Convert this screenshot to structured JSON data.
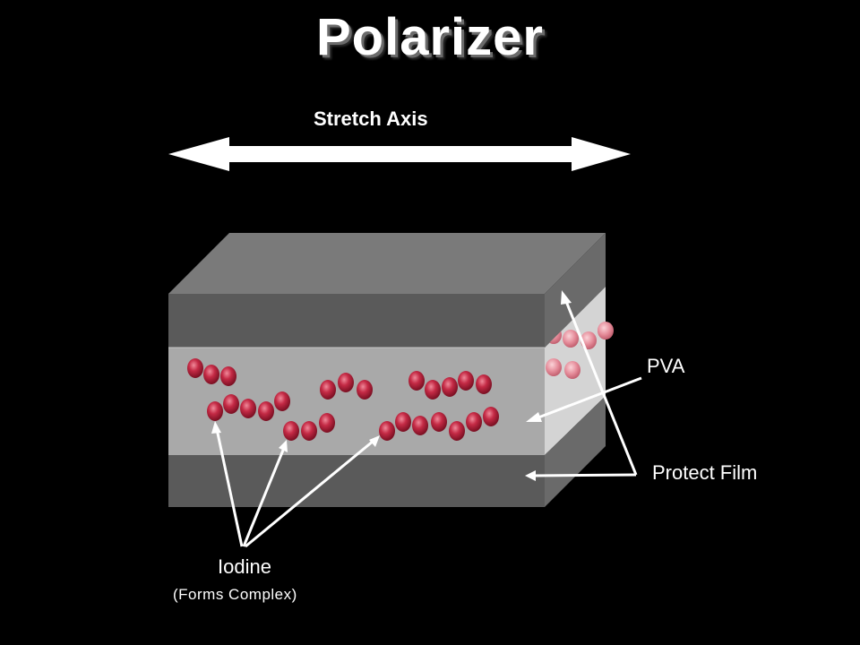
{
  "title": "Polarizer",
  "labels": {
    "stretch_axis": "Stretch Axis",
    "pva": "PVA",
    "protect_film": "Protect Film",
    "iodine": "Iodine",
    "iodine_sub": "(Forms Complex)"
  },
  "colors": {
    "background": "#000000",
    "protect_film_front": "#5a5a5a",
    "protect_film_top": "#7a7a7a",
    "protect_film_side": "#6a6a6a",
    "pva_front": "#a9a9a9",
    "pva_side": "#d4d4d4",
    "iodine": "#b8203a",
    "arrows": "#ffffff"
  }
}
